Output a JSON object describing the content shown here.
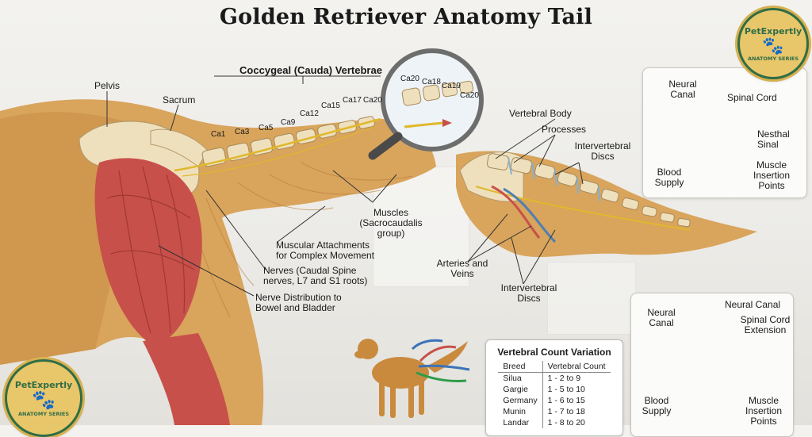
{
  "title": "Golden Retriever Anatomy Tail",
  "labels": {
    "coccygeal": "Coccygeal (Cauda) Vertebrae",
    "pelvis": "Pelvis",
    "sacrum": "Sacrum",
    "vertebrae_main": [
      "Ca1",
      "Ca3",
      "Ca5",
      "Ca9",
      "Ca12",
      "Ca15",
      "Ca17",
      "Ca20"
    ],
    "vertebrae_magnifier": [
      "Ca20",
      "Ca18",
      "Ca19",
      "Ca20"
    ],
    "muscles": [
      "Muscles",
      "(Sacrocaudalis",
      "group)"
    ],
    "muscular_attachments": [
      "Muscular Attachments",
      "for Complex Movement"
    ],
    "nerves": [
      "Nerves (Caudal Spine",
      "nerves, L7 and S1 roots)"
    ],
    "nerve_distribution": [
      "Nerve Distribution to",
      "Bowel and Bladder"
    ],
    "vertebral_body": "Vertebral Body",
    "processes": "Processes",
    "intervertebral_discs_top": [
      "Intervertebral",
      "Discs"
    ],
    "arteries": [
      "Arteries and",
      "Veins"
    ],
    "intervertebral_discs_bottom": [
      "Intervertebral",
      "Discs"
    ]
  },
  "panel_top": {
    "neural_canal": [
      "Neural",
      "Canal"
    ],
    "spinal_cord": "Spinal Cord",
    "nestial": [
      "Nesthal",
      "Sinal"
    ],
    "blood_supply": [
      "Blood",
      "Supply"
    ],
    "muscle_insertion": [
      "Muscle",
      "Insertion",
      "Points"
    ]
  },
  "panel_bottom": {
    "neural_canal_left": [
      "Neural",
      "Canal"
    ],
    "neural_canal_right": "Neural Canal",
    "spinal_cord_ext": [
      "Spinal Cord",
      "Extension"
    ],
    "blood_supply": [
      "Blood",
      "Supply"
    ],
    "muscle_insertion": [
      "Muscle",
      "Insertion",
      "Points"
    ]
  },
  "badge": {
    "brand": "PetExpertly",
    "series": "ANATOMY SERIES"
  },
  "table": {
    "title": "Vertebral Count Variation",
    "headers": [
      "Breed",
      "Vertebral Count"
    ],
    "rows": [
      [
        "Silua",
        "1 - 2 to 9"
      ],
      [
        "Gargie",
        "1 - 5 to 10"
      ],
      [
        "Germany",
        "1 - 6 to 15"
      ],
      [
        "Munin",
        "1 - 7 to 18"
      ],
      [
        "Landar",
        "1 - 8 to 20"
      ]
    ]
  },
  "colors": {
    "fur": "#d9a45c",
    "bone": "#efe0bd",
    "muscle": "#c8504a",
    "nerve": "#e0b82c",
    "badge_green": "#2f6d46",
    "badge_gold": "#e8c66a"
  }
}
